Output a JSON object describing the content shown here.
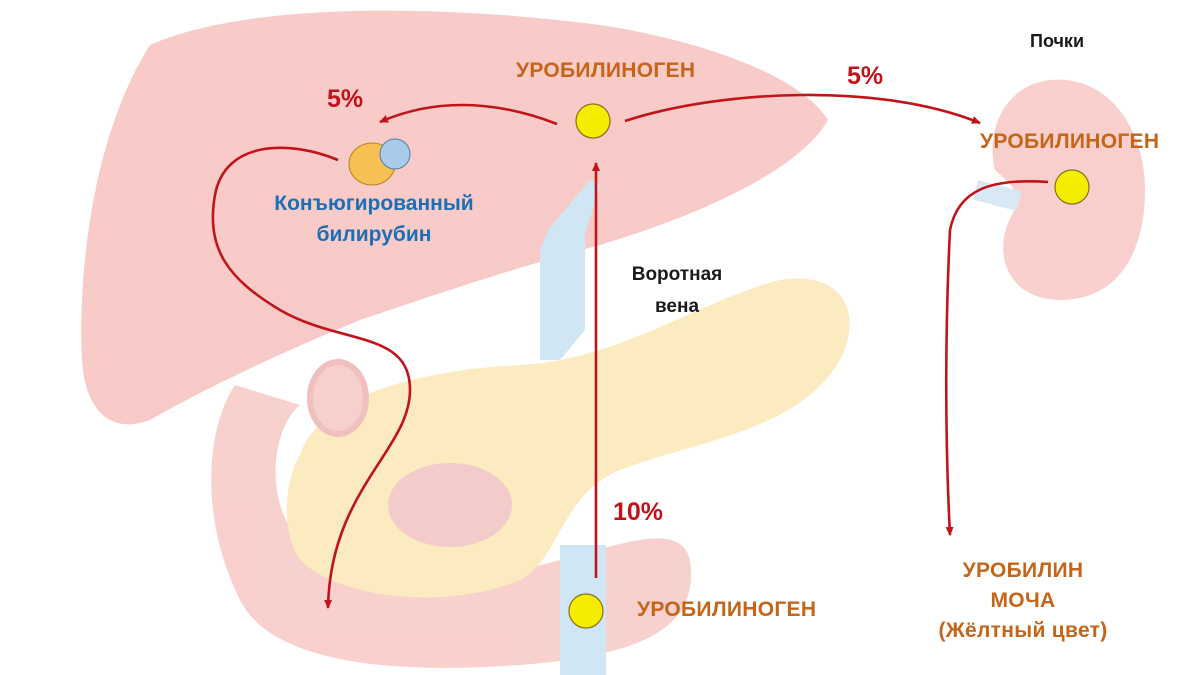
{
  "labels": {
    "urobilinogen_liver": "УРОБИЛИНОГЕН",
    "urobilinogen_kidney": "УРОБИЛИНОГЕН",
    "urobilinogen_intestine": "УРОБИЛИНОГЕН",
    "kidneys": "Почки",
    "portal_vein_line1": "Воротная",
    "portal_vein_line2": "вена",
    "conjugated_line1": "Конъюгированный",
    "conjugated_line2": "билирубин",
    "percent_to_bile": "5%",
    "percent_to_kidney": "5%",
    "percent_reabsorbed": "10%",
    "urine_line1": "УРОБИЛИН",
    "urine_line2": "МОЧА",
    "urine_line3": "(Жёлтный цвет)"
  },
  "colors": {
    "arrow": "#c0141a",
    "molecule": "#f5ec00",
    "bilirubin_orange": "#f6c152",
    "bilirubin_blue": "#a9cbea",
    "label_orange": "#c4651a",
    "label_blue": "#1b6fb5"
  }
}
